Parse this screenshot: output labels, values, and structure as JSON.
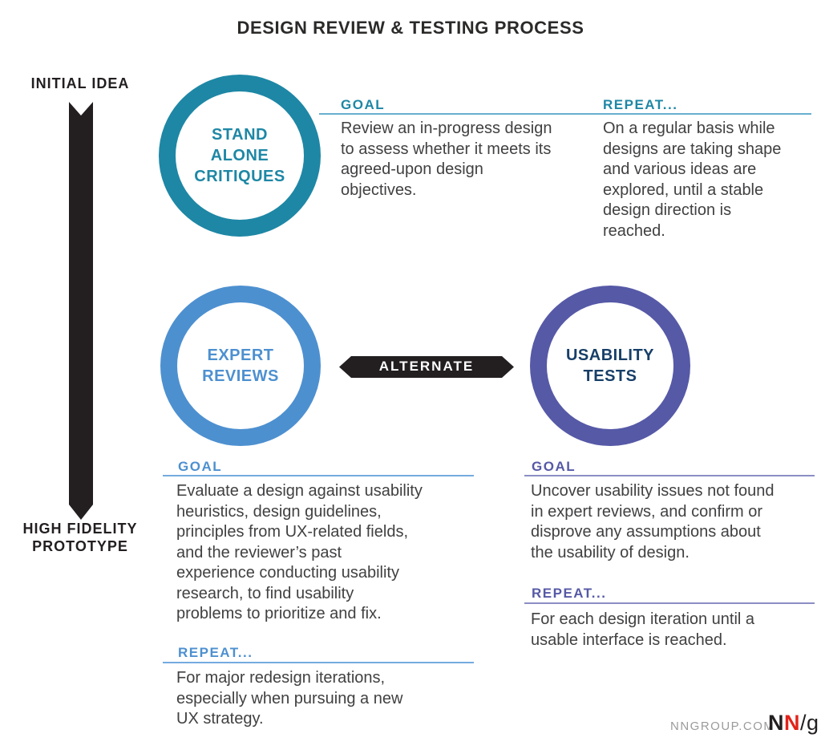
{
  "title": "DESIGN REVIEW & TESTING PROCESS",
  "timeline": {
    "start_label": "INITIAL IDEA",
    "end_label": "HIGH FIDELITY\nPROTOTYPE"
  },
  "circles": {
    "critiques": {
      "label": "STAND\nALONE\nCRITIQUES",
      "ring_color": "#1e87a5"
    },
    "expert": {
      "label": "EXPERT\nREVIEWS",
      "ring_color": "#4d90d0"
    },
    "usability": {
      "label": "USABILITY\nTESTS",
      "ring_color": "#5659a6",
      "text_color": "#173f68"
    }
  },
  "connector": {
    "label": "ALTERNATE",
    "color": "#231f20"
  },
  "sections": {
    "critiques": {
      "goal_heading": "GOAL",
      "goal_text": "Review an in-progress design\nto assess whether it meets its\nagreed-upon design\nobjectives.",
      "repeat_heading": "REPEAT...",
      "repeat_text": "On a regular basis while\ndesigns are taking shape\nand various ideas are\nexplored, until a stable\ndesign direction is\nreached."
    },
    "expert": {
      "goal_heading": "GOAL",
      "goal_text": "Evaluate a design against usability\nheuristics, design guidelines,\nprinciples from UX-related fields,\nand the reviewer’s past\nexperience conducting usability\nresearch, to find usability\nproblems to prioritize and fix.",
      "repeat_heading": "REPEAT...",
      "repeat_text": "For major redesign iterations,\nespecially when pursuing a new\nUX strategy."
    },
    "usability": {
      "goal_heading": "GOAL",
      "goal_text": "Uncover usability issues not found\nin expert reviews, and confirm or\ndisprove any assumptions about\nthe usability of design.",
      "repeat_heading": "REPEAT...",
      "repeat_text": "For each design iteration until a\nusable interface is reached."
    }
  },
  "footer": {
    "site": "NNGROUP.COM",
    "logo_n1": "N",
    "logo_n2": "N",
    "logo_suffix": "/g"
  },
  "colors": {
    "teal": "#1e87a5",
    "blue": "#4d90d0",
    "purple": "#5659a6",
    "navy_text": "#173f68",
    "black": "#231f20",
    "body_text": "#414042",
    "underline_top": "#68aecf",
    "underline_expert": "#74abdf",
    "underline_usability": "#8b8ec5",
    "footer_gray": "#9b9b9b",
    "logo_red": "#e2231a"
  }
}
